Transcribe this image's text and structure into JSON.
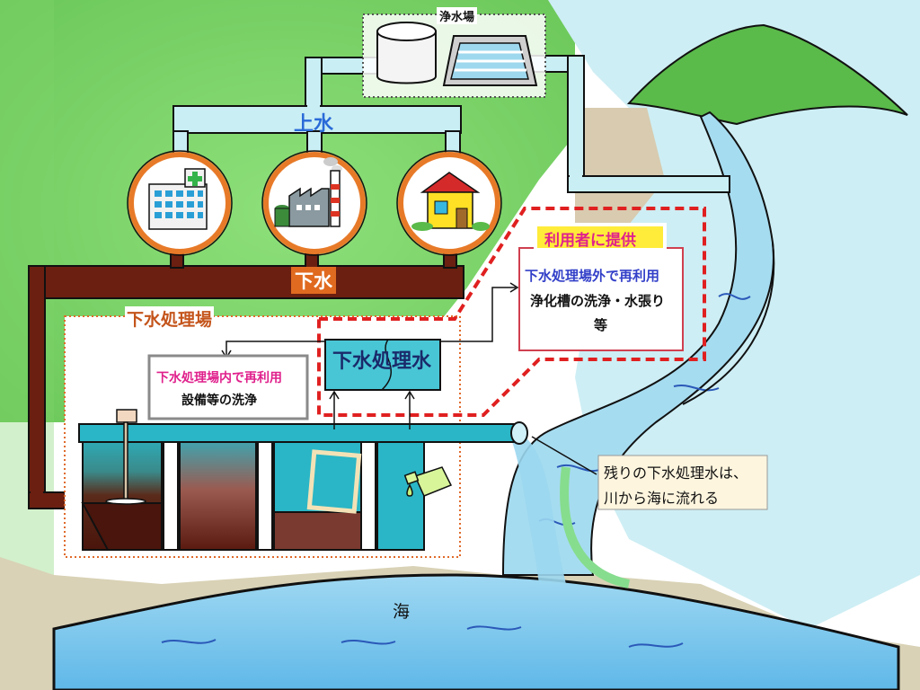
{
  "labels": {
    "purification_plant": "浄水場",
    "water_supply": "上水",
    "sewage": "下水",
    "treatment_plant": "下水処理場",
    "treated_water": "下水処理水",
    "provide_to_users": "利用者に提供",
    "reuse_inside_title": "下水処理場内で再利用",
    "reuse_inside_body": "設備等の洗浄",
    "reuse_outside_title": "下水処理場外で再利用",
    "reuse_outside_body": "浄化槽の洗浄・水張り",
    "reuse_outside_etc": "等",
    "remaining_line1": "残りの下水処理水は、",
    "remaining_line2": "川から海に流れる",
    "sea": "海"
  },
  "colors": {
    "water_pipe": "#c9eef4",
    "sewage_pipe": "#6b1f10",
    "grass": "#7fd46a",
    "treated_box": "#48c6d6",
    "dashed_red": "#e02020",
    "label_orange": "#c4541b",
    "magenta": "#e0208c",
    "blue_text": "#3340c8",
    "highlight_yellow": "#ffec3a"
  },
  "icons": [
    "hospital-icon",
    "factory-icon",
    "house-icon",
    "water-tank-icon",
    "filter-basin-icon",
    "mountain-icon",
    "chemical-bottle-icon"
  ]
}
